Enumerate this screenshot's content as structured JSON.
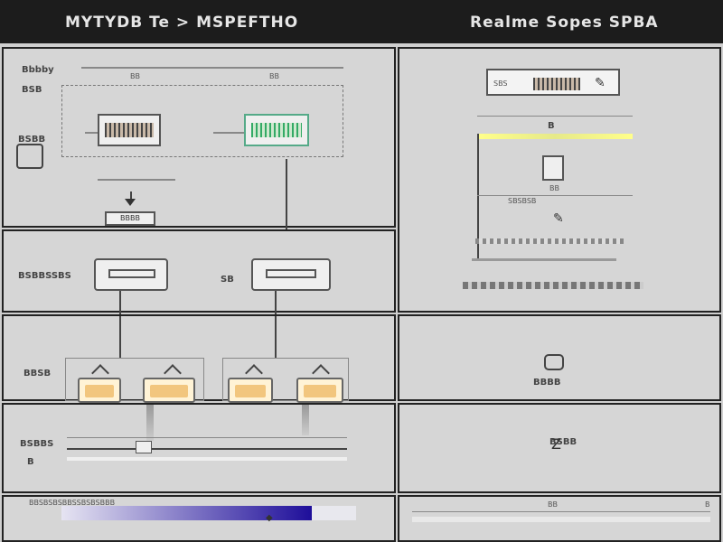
{
  "header": {
    "left_title": "MYTYDB Te > MSPEFTHO",
    "right_title": "Realme Sopes SPBA"
  },
  "panel_a": {
    "label_1": "Bbbby",
    "label_2": "BSB",
    "label_3": "BSBB",
    "tab_1": "BB",
    "tab_2": "BB",
    "button": "BBBB"
  },
  "panel_b": {
    "label": "BSBBSSBS",
    "label_2": "SB"
  },
  "panel_c": {
    "label": "BBSB"
  },
  "panel_d": {
    "label": "BSBBS",
    "label_2": "B"
  },
  "panel_e": {
    "progress_label": "BBSBSBSBBSSBSBSBBB",
    "progress_fraction": 0.85,
    "accent": "#1e0e9a"
  },
  "right_panel_a": {
    "badge": "SBS",
    "label": "B",
    "sub": "BB",
    "sub2": "SBSBSB"
  },
  "right_panel_b": {
    "label": "BBBB"
  },
  "right_panel_c": {
    "label": "BSBB"
  },
  "right_panel_d": {
    "label": "Z"
  },
  "right_panel_e": {
    "label": "BB",
    "label_2": "B"
  }
}
